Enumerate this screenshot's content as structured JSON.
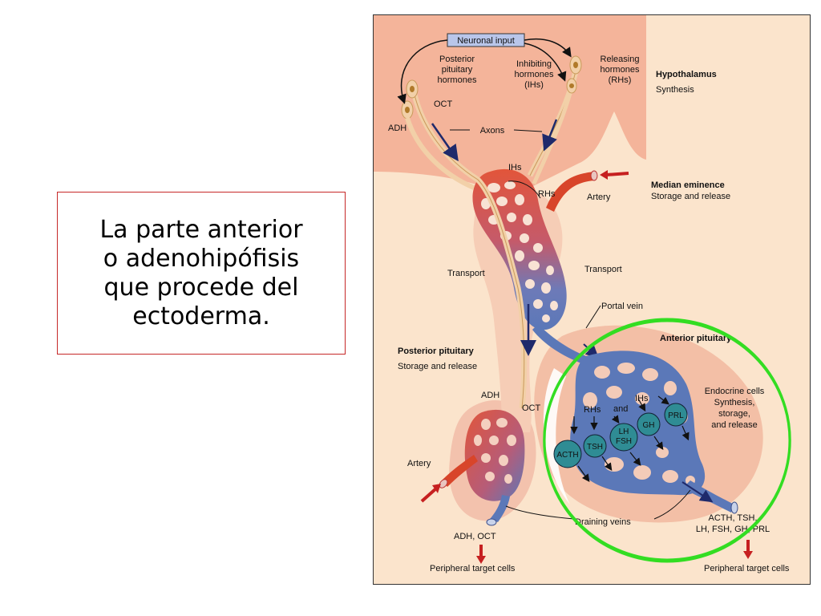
{
  "callout": {
    "lines": [
      "La parte anterior",
      "o adenohipófisis",
      "que procede del",
      "ectoderma."
    ]
  },
  "diagram": {
    "neuronal_input": "Neuronal input",
    "posterior_pituitary_hormones": [
      "Posterior",
      "pituitary",
      "hormones"
    ],
    "inhibiting_hormones": [
      "Inhibiting",
      "hormones",
      "(IHs)"
    ],
    "releasing_hormones": [
      "Releasing",
      "hormones",
      "(RHs)"
    ],
    "hypothalamus_title": "Hypothalamus",
    "hypothalamus_sub": "Synthesis",
    "oct_top": "OCT",
    "adh_top": "ADH",
    "axons": "Axons",
    "ihs_top": "IHs",
    "rhs_top": "RHs",
    "artery_top": "Artery",
    "median_eminence_title": "Median eminence",
    "median_eminence_sub": "Storage and release",
    "transport_left": "Transport",
    "transport_right": "Transport",
    "portal_vein": "Portal vein",
    "anterior_pituitary_title": "Anterior pituitary",
    "posterior_pituitary_title": "Posterior pituitary",
    "posterior_pituitary_sub": "Storage and release",
    "endocrine_cells": [
      "Endocrine cells",
      "Synthesis,",
      "storage,",
      "and release"
    ],
    "ihs_mid": "IHs",
    "rhs_mid": "RHs",
    "and_mid": "and",
    "adh_mid": "ADH",
    "oct_mid": "OCT",
    "artery_bottom": "Artery",
    "draining_veins": "Draining veins",
    "adh_oct_bottom": "ADH, OCT",
    "peripheral_left": "Peripheral target cells",
    "out_hormones": [
      "ACTH, TSH,",
      "LH, FSH, GH, PRL"
    ],
    "peripheral_right": "Peripheral target cells",
    "cells": [
      "ACTH",
      "TSH",
      "LH",
      "FSH",
      "GH",
      "PRL"
    ]
  },
  "colors": {
    "highlight_circle": "#33dd22",
    "artery_red": "#d8452a",
    "vein_blue": "#5b78b8",
    "cell_teal": "#2f8c94",
    "hypothalamus_bg": "#f4b49a",
    "callout_border": "#c62828"
  }
}
